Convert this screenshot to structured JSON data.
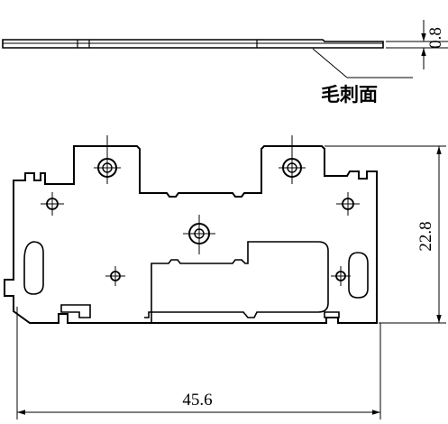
{
  "drawing": {
    "thickness_dim": "0.8",
    "burr_note": "毛刺面",
    "height_dim": "22.8",
    "width_dim": "45.6"
  }
}
